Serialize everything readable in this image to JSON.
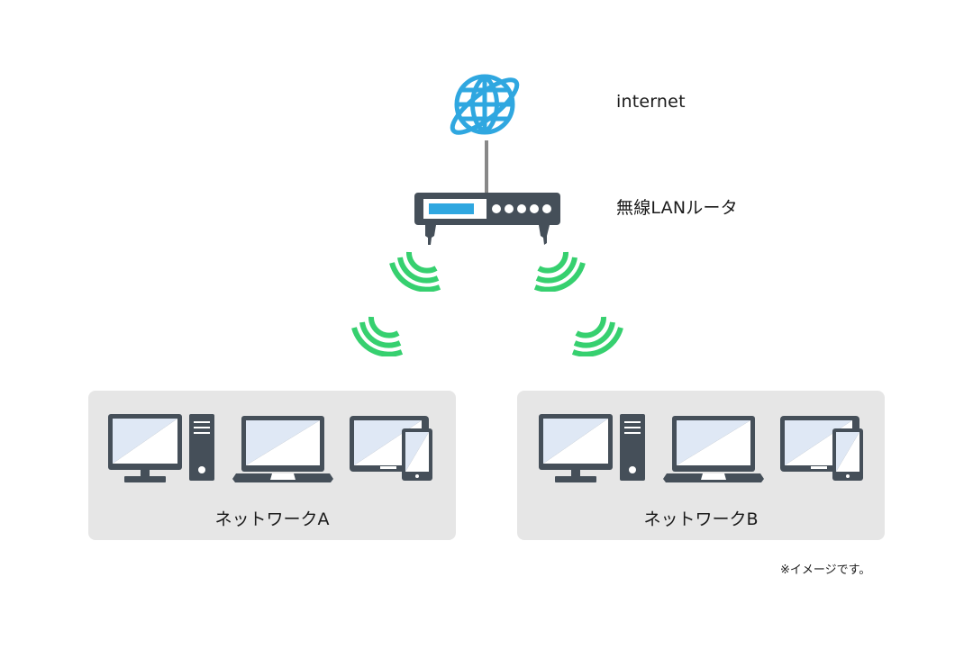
{
  "labels": {
    "internet": "internet",
    "router": "無線LANルータ"
  },
  "networks": [
    {
      "label": "ネットワークA",
      "devices": [
        "desktop-pc",
        "laptop",
        "tablet-and-smartphone"
      ]
    },
    {
      "label": "ネットワークB",
      "devices": [
        "desktop-pc",
        "laptop",
        "tablet-and-smartphone"
      ]
    }
  ],
  "note": "※イメージです。",
  "colors": {
    "globe": "#2fa7e0",
    "device": "#454f59",
    "screen": "#dfe8f5",
    "wifi": "#36d06f",
    "panel": "#e6e6e6",
    "cable": "#888888"
  }
}
